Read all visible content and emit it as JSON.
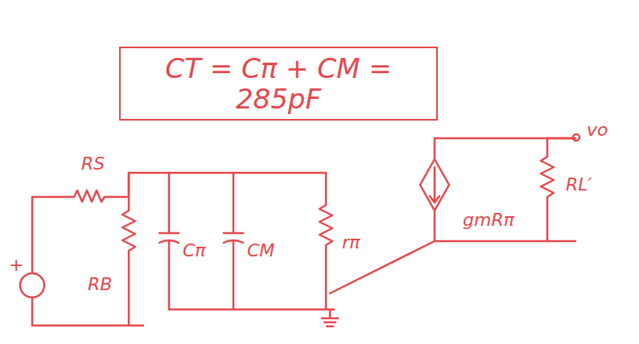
{
  "diagram": {
    "nodes": [
      {
        "text": [
          "CT = Cπ + CM = 285pF"
        ]
      }
    ],
    "labels": [
      "RS",
      "+",
      "RB",
      "Cπ",
      "CM",
      "rπ",
      "gmRπ",
      "vo",
      "RL′"
    ]
  }
}
